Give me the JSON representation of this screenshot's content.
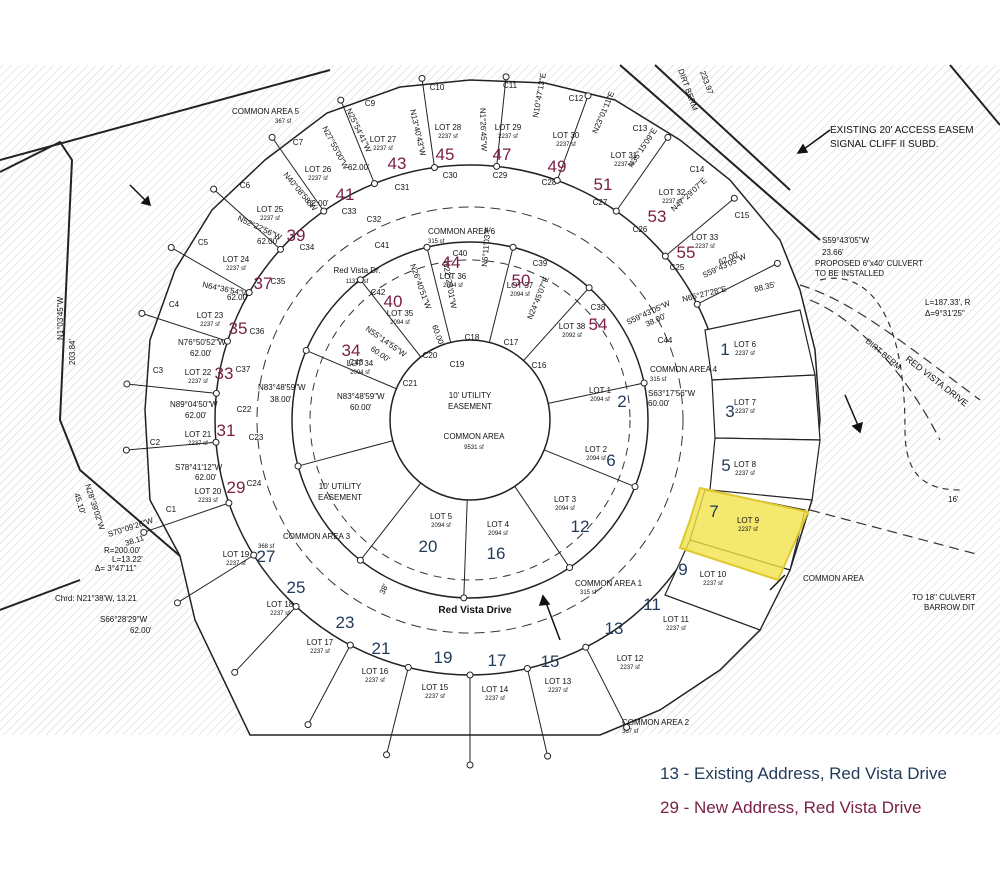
{
  "road": {
    "name": "Red Vista Drive",
    "label_right": "RED VISTA DRIVE",
    "width_note": "38'"
  },
  "inner_ring_name": "Red Vista Dr.",
  "inner_ring_area": "11328 sf",
  "center": {
    "title": "COMMON AREA",
    "area": "9531 sf",
    "easement": "10' UTILITY EASEMENT"
  },
  "easement_left": "10' UTILITY EASEMENT",
  "common_areas": [
    {
      "name": "COMMON AREA 1",
      "area": "315 sf"
    },
    {
      "name": "COMMON AREA 2",
      "area": "367 sf"
    },
    {
      "name": "COMMON AREA 3",
      "area": "368 sf"
    },
    {
      "name": "COMMON AREA 4",
      "area": "315 sf"
    },
    {
      "name": "COMMON AREA 5",
      "area": "367 sf"
    },
    {
      "name": "COMMON AREA 6",
      "area": "315 sf"
    },
    {
      "name": "COMMON AREA",
      "area": ""
    }
  ],
  "lots": [
    {
      "lot": "LOT 1",
      "sf": "2094 sf",
      "addr": "2",
      "kind": "existing"
    },
    {
      "lot": "LOT 2",
      "sf": "2094 sf",
      "addr": "6",
      "kind": "existing"
    },
    {
      "lot": "LOT 3",
      "sf": "2094 sf",
      "addr": "12",
      "kind": "existing"
    },
    {
      "lot": "LOT 4",
      "sf": "2094 sf",
      "addr": "16",
      "kind": "existing"
    },
    {
      "lot": "LOT 5",
      "sf": "2094 sf",
      "addr": "20",
      "kind": "existing"
    },
    {
      "lot": "LOT 6",
      "sf": "2237 sf",
      "addr": "1",
      "kind": "existing"
    },
    {
      "lot": "LOT 7",
      "sf": "2237 sf",
      "addr": "3",
      "kind": "existing"
    },
    {
      "lot": "LOT 8",
      "sf": "2237 sf",
      "addr": "5",
      "kind": "existing"
    },
    {
      "lot": "LOT 9",
      "sf": "2237 sf",
      "addr": "7",
      "kind": "existing"
    },
    {
      "lot": "LOT 10",
      "sf": "2237 sf",
      "addr": "9",
      "kind": "existing"
    },
    {
      "lot": "LOT 11",
      "sf": "2237 sf",
      "addr": "11",
      "kind": "existing"
    },
    {
      "lot": "LOT 12",
      "sf": "2237 sf",
      "addr": "13",
      "kind": "existing"
    },
    {
      "lot": "LOT 13",
      "sf": "2237 sf",
      "addr": "15",
      "kind": "existing"
    },
    {
      "lot": "LOT 14",
      "sf": "2237 sf",
      "addr": "17",
      "kind": "existing"
    },
    {
      "lot": "LOT 15",
      "sf": "2237 sf",
      "addr": "19",
      "kind": "existing"
    },
    {
      "lot": "LOT 16",
      "sf": "2237 sf",
      "addr": "21",
      "kind": "existing"
    },
    {
      "lot": "LOT 17",
      "sf": "2237 sf",
      "addr": "23",
      "kind": "existing"
    },
    {
      "lot": "LOT 18",
      "sf": "2237 sf",
      "addr": "25",
      "kind": "existing"
    },
    {
      "lot": "LOT 19",
      "sf": "2237 sf",
      "addr": "27",
      "kind": "existing"
    },
    {
      "lot": "LOT 20",
      "sf": "2233 sf",
      "addr": "29",
      "kind": "new"
    },
    {
      "lot": "LOT 21",
      "sf": "2237 sf",
      "addr": "31",
      "kind": "new"
    },
    {
      "lot": "LOT 22",
      "sf": "2237 sf",
      "addr": "33",
      "kind": "new"
    },
    {
      "lot": "LOT 23",
      "sf": "2237 sf",
      "addr": "35",
      "kind": "new"
    },
    {
      "lot": "LOT 24",
      "sf": "2237 sf",
      "addr": "37",
      "kind": "new"
    },
    {
      "lot": "LOT 25",
      "sf": "2237 sf",
      "addr": "39",
      "kind": "new"
    },
    {
      "lot": "LOT 26",
      "sf": "2237 sf",
      "addr": "41",
      "kind": "new"
    },
    {
      "lot": "LOT 27",
      "sf": "2237 sf",
      "addr": "43",
      "kind": "new"
    },
    {
      "lot": "LOT 28",
      "sf": "2237 sf",
      "addr": "45",
      "kind": "new"
    },
    {
      "lot": "LOT 29",
      "sf": "2237 sf",
      "addr": "47",
      "kind": "new"
    },
    {
      "lot": "LOT 30",
      "sf": "2237 sf",
      "addr": "49",
      "kind": "new"
    },
    {
      "lot": "LOT 31",
      "sf": "2237 sf",
      "addr": "51",
      "kind": "new"
    },
    {
      "lot": "LOT 32",
      "sf": "2237 sf",
      "addr": "53",
      "kind": "new"
    },
    {
      "lot": "LOT 33",
      "sf": "2237 sf",
      "addr": "55",
      "kind": "new"
    },
    {
      "lot": "LOT 34",
      "sf": "2094 sf",
      "addr": "34",
      "kind": "new"
    },
    {
      "lot": "LOT 35",
      "sf": "2094 sf",
      "addr": "40",
      "kind": "new"
    },
    {
      "lot": "LOT 36",
      "sf": "2094 sf",
      "addr": "44",
      "kind": "new"
    },
    {
      "lot": "LOT 37",
      "sf": "2094 sf",
      "addr": "50",
      "kind": "new"
    },
    {
      "lot": "LOT 38",
      "sf": "2092 sf",
      "addr": "54",
      "kind": "new"
    }
  ],
  "curves": [
    "C1",
    "C2",
    "C3",
    "C4",
    "C5",
    "C6",
    "C7",
    "C9",
    "C10",
    "C11",
    "C12",
    "C13",
    "C14",
    "C15",
    "C16",
    "C17",
    "C18",
    "C19",
    "C20",
    "C21",
    "C22",
    "C23",
    "C24",
    "C25",
    "C26",
    "C27",
    "C28",
    "C29",
    "C30",
    "C31",
    "C32",
    "C33",
    "C34",
    "C35",
    "C36",
    "C37",
    "C38",
    "C39",
    "C40",
    "C41",
    "C42",
    "C43",
    "C44"
  ],
  "bearings": [
    "N83°48'59\"W",
    "38.00'",
    "N83°48'59\"W",
    "60.00'",
    "N89°04'50\"W",
    "62.00'",
    "S78°41'12\"W",
    "62.00'",
    "N76°50'52\"W",
    "62.00'",
    "N64°36'54\"W",
    "62.00'",
    "N52°22'56\"W",
    "62.00'",
    "N40°08'58\"W",
    "62.00'",
    "N27°55'00\"W",
    "62.00'",
    "N25°54'41\"W",
    "N13°40'43\"W",
    "N1°26'45\"W",
    "N10°47'13\"E",
    "N23°01'11\"E",
    "N35°15'09\"E",
    "N47°29'07\"E",
    "N55°14'55\"W",
    "60.00'",
    "N26°40'51\"W",
    "60.00'",
    "N22°23'01\"W",
    "N6°11'03\"E",
    "N24°45'07\"E",
    "S59°43'05\"W",
    "38.00'",
    "S59°43'05\"W",
    "62.00'",
    "N65°27'28\"E",
    "88.35'",
    "S59°43'05\"W",
    "23.66'",
    "S63°17'56\"W",
    "60.00'",
    "S70°09'26\"W",
    "38.11'",
    "S66°28'29\"W",
    "62.00'",
    "N1°03'45\"W",
    "203.84'",
    "N28°39'02\"W",
    "45.10'"
  ],
  "curve_note": {
    "r": "R=200.00'",
    "l": "L=13.22'",
    "delta": "Δ= 3°47'11\"",
    "chord": "Chrd: N21°38'W, 13.21"
  },
  "curve_note_right": {
    "l": "L=187.33', R",
    "delta": "Δ=9°31'25\""
  },
  "annotations": {
    "access_easement_1": "EXISTING 20' ACCESS EASEM",
    "access_easement_2": "SIGNAL CLIFF II SUBD.",
    "culvert_1": "PROPOSED 6\"x40' CULVERT",
    "culvert_2": "TO BE INSTALLED",
    "dirt_berm": "DIRT BERM",
    "dirt_berm_top": "DIRT BERM",
    "culvert_18_1": "TO 18\" CULVERT",
    "culvert_18_2": "BARROW DIT",
    "dim_16": "16'",
    "dim_233": "233.97"
  },
  "legend": {
    "existing": "13 - Existing Address, Red Vista Drive",
    "new": "29 - New Address, Red Vista Drive"
  },
  "colors": {
    "existing": "#1f3a5a",
    "new": "#7a2048",
    "highlight": "#f2e24a"
  }
}
